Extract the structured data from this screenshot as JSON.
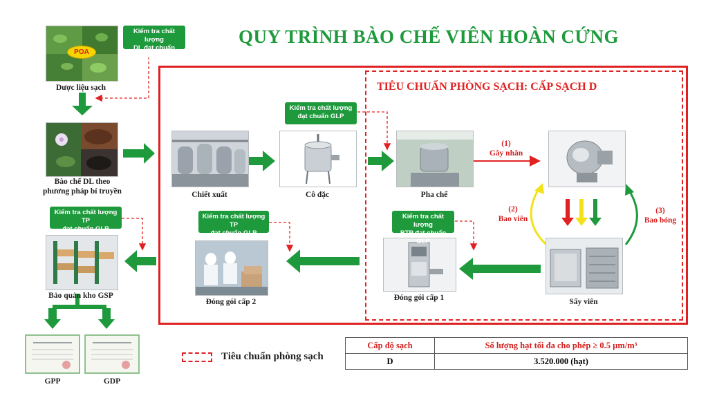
{
  "title": "QUY TRÌNH BÀO CHẾ VIÊN HOÀN CỨNG",
  "clean_room_title": "TIÊU CHUẨN PHÒNG SẠCH: CẤP SẠCH D",
  "steps": {
    "clean_herbs": "Dược liệu sạch",
    "traditional_1": "Bào chế DL theo",
    "traditional_2": "phương pháp bí truyền",
    "extraction": "Chiết xuất",
    "concentration": "Cô đặc",
    "mixing": "Pha chế",
    "drying": "Sấy viên",
    "packing_1": "Đóng gói cấp 1",
    "packing_2": "Đóng gói cấp 2",
    "storage": "Bảo quản kho GSP",
    "gpp": "GPP",
    "gdp": "GDP"
  },
  "badges": {
    "herbs_1": "Kiểm tra chất lượng",
    "herbs_2": "DL đạt chuẩn GLP",
    "glp_1": "Kiểm tra chất lượng",
    "glp_2": "đạt chuẩn GLP",
    "btp_1": "Kiểm tra chất lượng",
    "btp_2": "BTP đạt chuẩn GLP",
    "tp2_1": "Kiểm tra chất lượng TP",
    "tp2_2": "đạt chuẩn GLP",
    "tp_1": "Kiểm tra chất lượng TP",
    "tp_2": "đạt chuẩn GLP"
  },
  "process_labels": {
    "seed_num": "(1)",
    "seed": "Gây nhân",
    "coat_num": "(2)",
    "coat": "Bao viên",
    "polish_num": "(3)",
    "polish": "Bao bóng"
  },
  "logo": "POA",
  "legend": "Tiêu chuẩn phòng sạch",
  "table": {
    "header_grade": "Cấp độ sạch",
    "header_particles": "Số lượng hạt tối đa cho phép ≥ 0.5 µm/m³",
    "row_grade": "D",
    "row_particles": "3.520.000 (hạt)"
  },
  "colors": {
    "green": "#1e9a3c",
    "red": "#e02121",
    "yellow": "#f3e21a"
  }
}
